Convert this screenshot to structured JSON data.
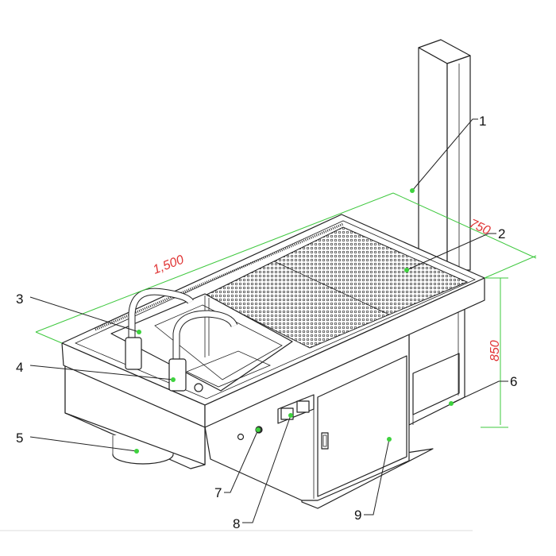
{
  "dimensions": {
    "length": "1,500",
    "width": "750",
    "height": "850"
  },
  "callouts": [
    "1",
    "2",
    "3",
    "4",
    "5",
    "6",
    "7",
    "8",
    "9"
  ],
  "colors": {
    "dimension_line": "#3ec83e",
    "dimension_text": "#e03535",
    "callout_dot": "#3ed23e"
  }
}
